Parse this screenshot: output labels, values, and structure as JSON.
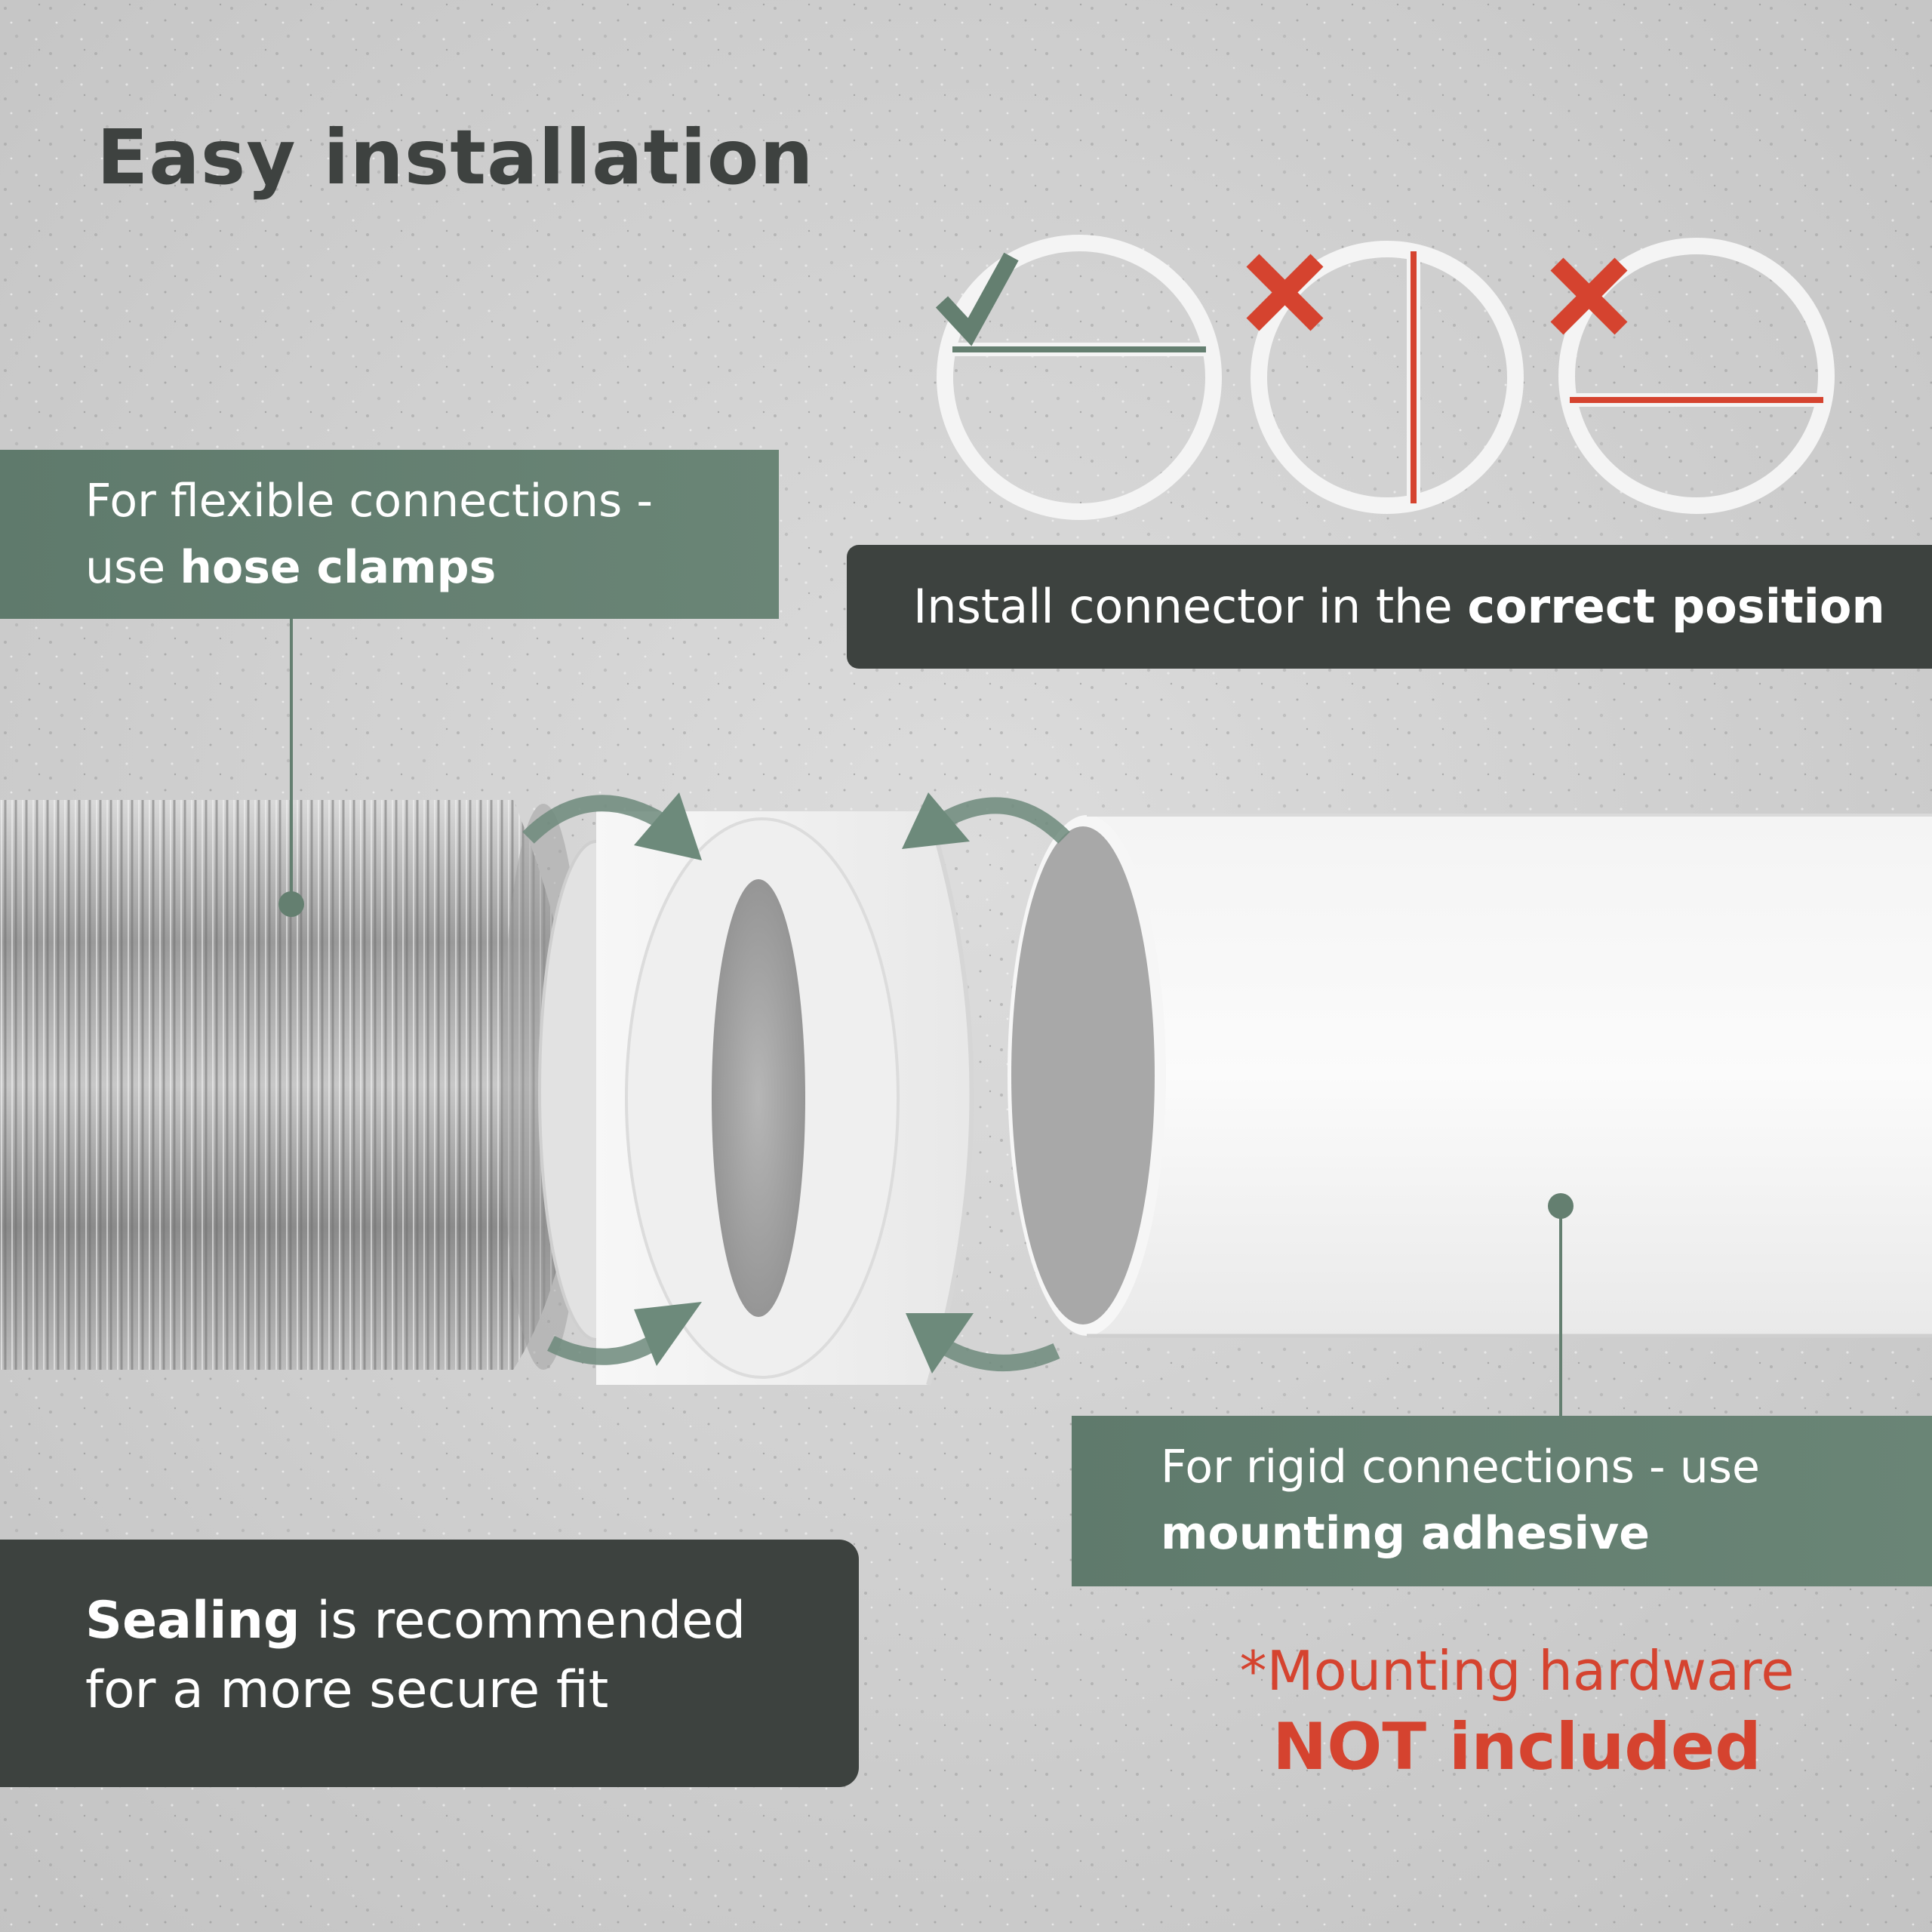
{
  "title": "Easy installation",
  "callouts": {
    "flexible": {
      "line1": "For flexible connections -",
      "line2_prefix": "use ",
      "line2_bold": "hose clamps"
    },
    "install": {
      "prefix": "Install connector in the ",
      "bold": "correct position"
    },
    "rigid": {
      "line1": "For rigid connections - use",
      "line2_bold": "mounting adhesive"
    },
    "sealing": {
      "bold": "Sealing",
      "line1_rest": " is recommended",
      "line2": "for a more secure fit"
    }
  },
  "note": {
    "line1": "*Mounting hardware",
    "line2": "NOT included"
  },
  "positions": [
    {
      "mark": "check-icon",
      "orientation": "horizontal-upper",
      "correct": true
    },
    {
      "mark": "cross-icon",
      "orientation": "vertical",
      "correct": false
    },
    {
      "mark": "cross-icon",
      "orientation": "horizontal-lower",
      "correct": false
    }
  ],
  "colors": {
    "green": "#647f70",
    "dark": "#3d423f",
    "red": "#d5432f",
    "title": "#3e4240"
  }
}
